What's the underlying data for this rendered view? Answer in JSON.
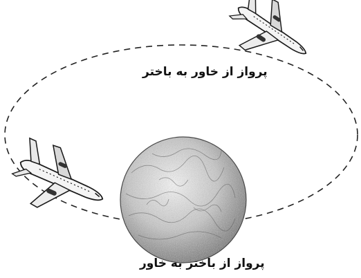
{
  "diagram": {
    "labels": {
      "east_to_west": "پرواز از خاور به باختر",
      "west_to_east": "پرواز از باختر به خاور"
    },
    "icons": {
      "upper_plane": "airplane-icon",
      "lower_plane": "airplane-icon",
      "globe": "earth-globe"
    },
    "colors": {
      "orbit": "#222222",
      "plane_body": "#f4f4f4",
      "plane_outline": "#1a1a1a",
      "globe_light": "#e6e6e6",
      "globe_dark": "#6e6e6e"
    }
  }
}
